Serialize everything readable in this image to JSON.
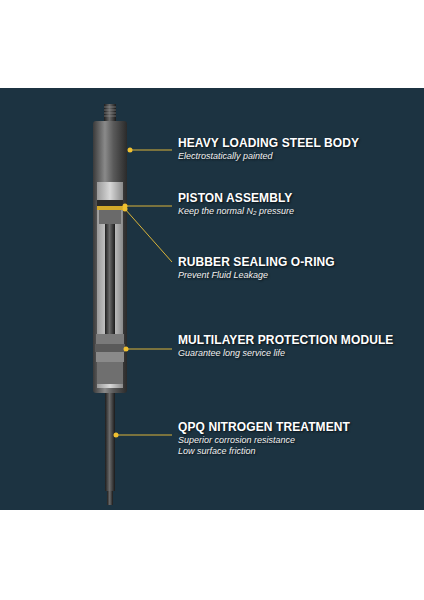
{
  "diagram": {
    "labels": [
      "HEAVY LOADING STEEL BODY",
      "Electrostatically painted",
      "PISTON ASSEMBLY",
      "Keep the normal N₂ pressure",
      "RUBBER SEALING O-RING",
      "Prevent Fluid Leakage",
      "MULTILAYER PROTECTION MODULE",
      "Guarantee long service life",
      "QPQ NITROGEN TREATMENT",
      "Superior corrosion resistance",
      "Low surface friction"
    ]
  }
}
